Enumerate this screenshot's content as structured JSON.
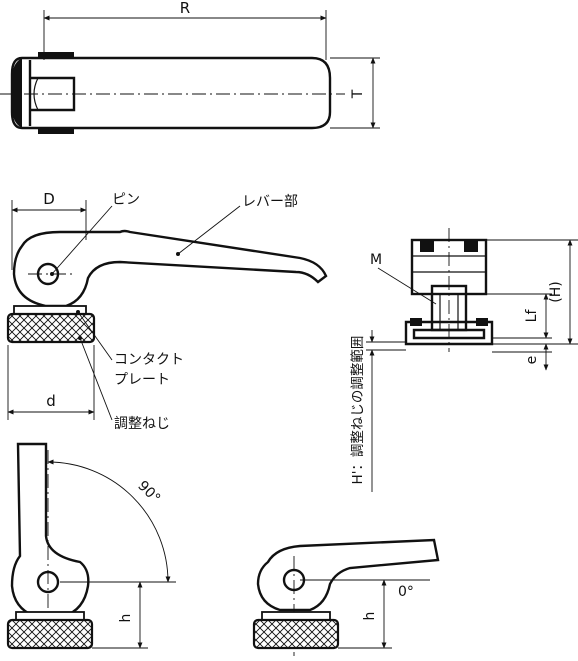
{
  "labels": {
    "R": "R",
    "T": "T",
    "D": "D",
    "d": "d",
    "pin": "ピン",
    "lever": "レバー部",
    "contact_plate_1": "コンタクト",
    "contact_plate_2": "プレート",
    "adjust_screw": "調整ねじ",
    "angle_90": "90°",
    "h_left": "h",
    "h_right": "h",
    "angle_0": "0°",
    "M": "M",
    "H_paren": "(H)",
    "Lf": "Lf",
    "e": "e",
    "adjust_range": "H'：調整ねじの調整範囲"
  },
  "colors": {
    "line": "#111111",
    "background": "#ffffff"
  }
}
